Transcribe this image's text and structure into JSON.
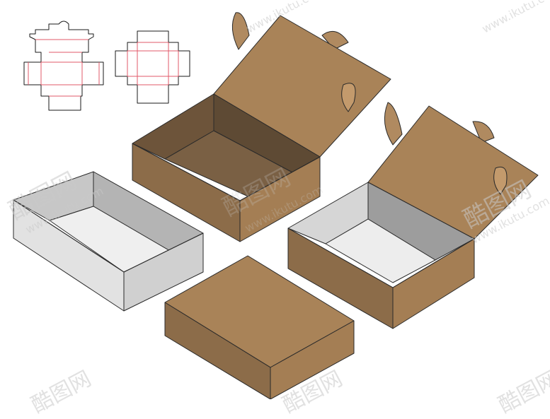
{
  "watermark": {
    "brand": "酷图网",
    "url": "www.ikutu.com"
  },
  "colors": {
    "kraft_light": "#b08a60",
    "kraft_mid": "#a07c53",
    "kraft_dark": "#6b5236",
    "kraft_inner": "#5e4a34",
    "white_face": "#ececec",
    "white_side": "#d3d3d3",
    "white_inner": "#bdbdbd",
    "outline": "#2a2a2a",
    "dieline_cut": "#1a1a1a",
    "dieline_fold": "#e05a6a"
  },
  "objects": [
    "dieline-tuck-top-box",
    "dieline-tray-box",
    "open-kraft-mailer-box",
    "open-white-tray",
    "open-kraft-box-white-interior",
    "closed-kraft-box"
  ]
}
